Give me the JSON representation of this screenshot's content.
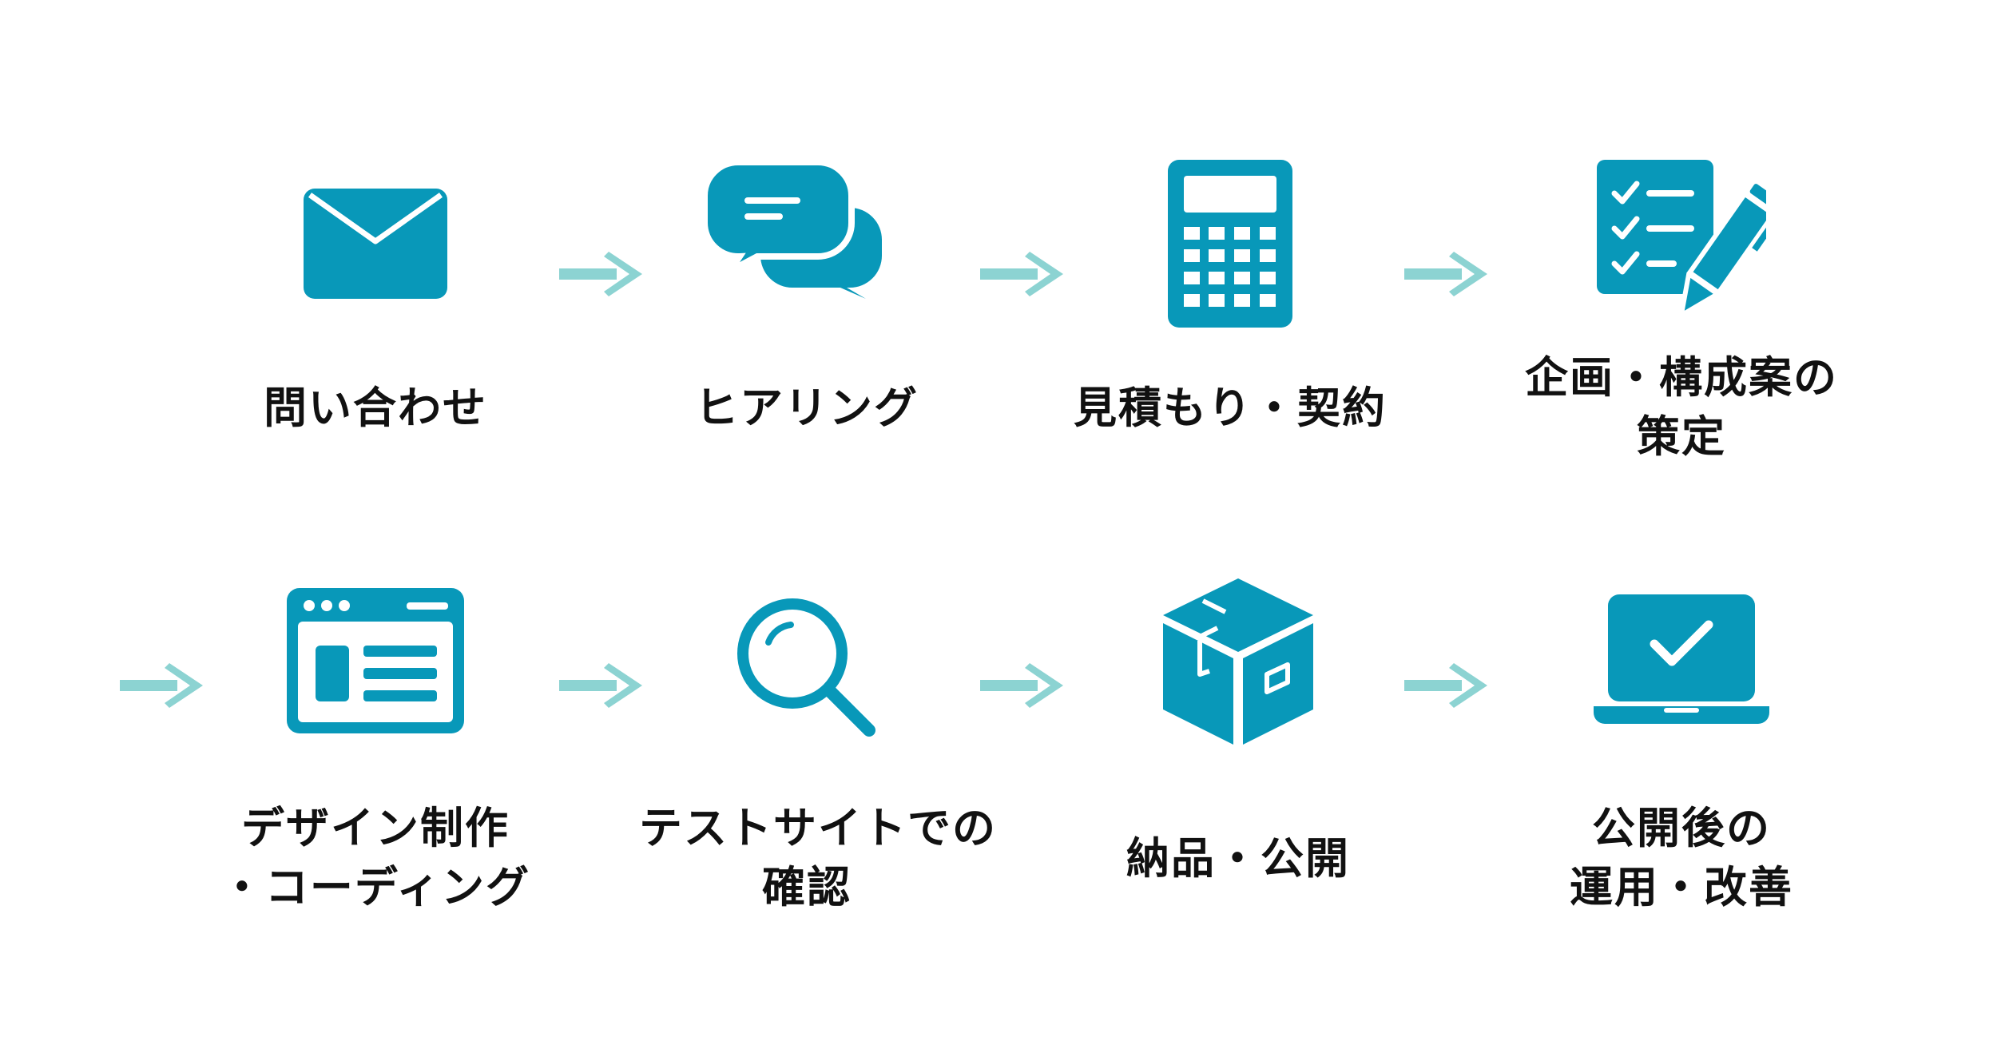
{
  "colors": {
    "icon": "#0898B9",
    "arrow": "#8CD3D2",
    "text": "#111111",
    "background": "#FFFFFF"
  },
  "steps": [
    {
      "icon": "envelope-icon",
      "lines": [
        "問い合わせ"
      ]
    },
    {
      "icon": "chat-bubbles-icon",
      "lines": [
        "ヒアリング"
      ]
    },
    {
      "icon": "calculator-icon",
      "lines": [
        "見積もり・契約"
      ]
    },
    {
      "icon": "checklist-pen-icon",
      "lines": [
        "企画・構成案の",
        "策定"
      ]
    },
    {
      "icon": "browser-window-icon",
      "lines": [
        "デザイン制作",
        "・コーディング"
      ]
    },
    {
      "icon": "magnifier-icon",
      "lines": [
        "テストサイトでの",
        "確認"
      ]
    },
    {
      "icon": "package-box-icon",
      "lines": [
        "納品・公開"
      ]
    },
    {
      "icon": "laptop-check-icon",
      "lines": [
        "公開後の",
        "運用・改善"
      ]
    }
  ]
}
